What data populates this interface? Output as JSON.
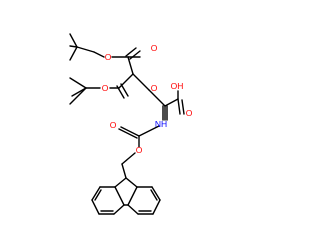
{
  "diagram": {
    "type": "chemical-structure",
    "description": "",
    "colors": {
      "bond": "#000000",
      "oxygen": "#ff0000",
      "nitrogen": "#0000ff"
    },
    "labels": {
      "o_top_ester_carbonyl": "O",
      "o_top_ester_ether": "O",
      "o_left_ester_carbonyl": "O",
      "o_left_ester_ether": "O",
      "oh_acid": "OH",
      "o_acid_carbonyl": "O",
      "nh": "NH",
      "o_carbamate_carbonyl": "O",
      "o_carbamate_ether": "O"
    }
  }
}
